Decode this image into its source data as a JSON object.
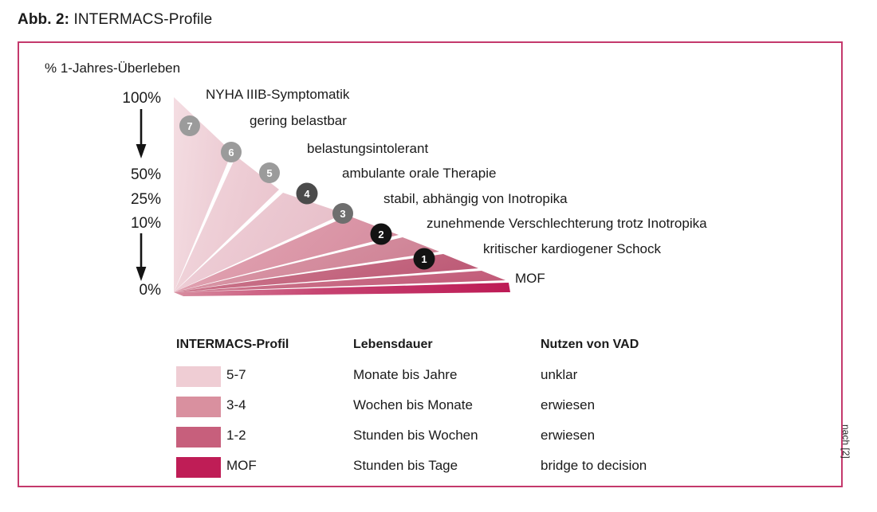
{
  "figure": {
    "label": "Abb. 2:",
    "title": "INTERMACS-Profile",
    "source_note": "nach [2]"
  },
  "axis": {
    "caption": "% 1-Jahres-Überleben",
    "ticks": [
      "100%",
      "50%",
      "25%",
      "10%",
      "0%"
    ],
    "arrow_icon": "down-arrow-icon"
  },
  "chart_data": {
    "type": "pie",
    "title": "INTERMACS-Profile",
    "xlabel": "",
    "ylabel": "% 1-Jahres-Überleben",
    "ylim": [
      0,
      100
    ],
    "axis_tick_values": [
      100,
      50,
      25,
      10,
      0
    ],
    "axis_tick_labels": [
      "100%",
      "50%",
      "25%",
      "10%",
      "0%"
    ],
    "grid": false,
    "legend_position": "below",
    "categories": [
      "7",
      "6",
      "5",
      "4",
      "3",
      "2",
      "1",
      "MOF"
    ],
    "values": [
      1,
      1,
      1,
      1,
      1,
      1,
      1,
      1
    ],
    "annotations": [
      "NYHA IIIB-Symptomatik",
      "gering belastbar",
      "belastungsintolerant",
      "ambulante orale Therapie",
      "stabil, abhängig von Inotropika",
      "zunehmende Verschlechterung trotz Inotropika",
      "kritischer kardiogener Schock",
      "MOF"
    ],
    "segments": [
      {
        "id": "7",
        "badge": "7",
        "description": "NYHA IIIB-Symptomatik",
        "color": "#efcdd4",
        "badge_color": "#9b9b9b",
        "badge_text_color": "#ffffff"
      },
      {
        "id": "6",
        "badge": "6",
        "description": "gering belastbar",
        "color": "#edc6ce",
        "badge_color": "#9b9b9b",
        "badge_text_color": "#ffffff"
      },
      {
        "id": "5",
        "badge": "5",
        "description": "belastungsintolerant",
        "color": "#ebc0c9",
        "badge_color": "#9b9b9b",
        "badge_text_color": "#ffffff"
      },
      {
        "id": "4",
        "badge": "4",
        "description": "ambulante orale Therapie",
        "color": "#d9909f",
        "badge_color": "#4b4b4b",
        "badge_text_color": "#ffffff"
      },
      {
        "id": "3",
        "badge": "3",
        "description": "stabil, abhängig von Inotropika",
        "color": "#d2899a",
        "badge_color": "#6e6e6e",
        "badge_text_color": "#ffffff"
      },
      {
        "id": "2",
        "badge": "2",
        "description": "zunehmende Verschlechterung trotz Inotropika",
        "color": "#c4647e",
        "badge_color": "#131313",
        "badge_text_color": "#ffffff"
      },
      {
        "id": "1",
        "badge": "1",
        "description": "kritischer kardiogener Schock",
        "color": "#c75f7c",
        "badge_color": "#131313",
        "badge_text_color": "#ffffff"
      },
      {
        "id": "MOF",
        "badge": "",
        "description": "MOF",
        "color": "#bf1d56",
        "badge_color": "",
        "badge_text_color": ""
      }
    ]
  },
  "legend": {
    "headers": [
      "INTERMACS-Profil",
      "Lebensdauer",
      "Nutzen von VAD"
    ],
    "rows": [
      {
        "swatch": "#efcdd4",
        "profile": "5-7",
        "lifespan": "Monate bis Jahre",
        "vad": "unklar"
      },
      {
        "swatch": "#d9909f",
        "profile": "3-4",
        "lifespan": "Wochen bis Monate",
        "vad": "erwiesen"
      },
      {
        "swatch": "#c75f7c",
        "profile": "1-2",
        "lifespan": "Stunden bis Wochen",
        "vad": "erwiesen"
      },
      {
        "swatch": "#bf1d56",
        "profile": "MOF",
        "lifespan": "Stunden bis Tage",
        "vad": "bridge to decision"
      }
    ]
  },
  "colors": {
    "frame_border": "#c4396c",
    "accent": "#bf1d56",
    "text": "#1a1a1a"
  }
}
